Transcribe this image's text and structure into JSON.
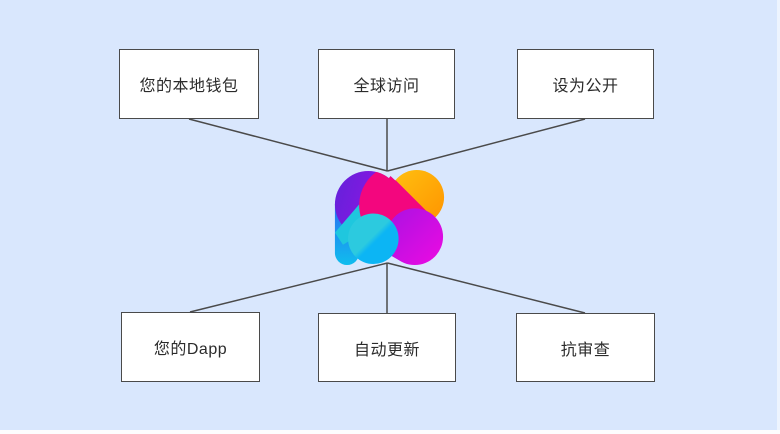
{
  "page": {
    "background_color": "#D9E7FD",
    "line_color": "#4A4A4A",
    "box_background": "#FFFFFF",
    "box_border_color": "#4A4A4A",
    "text_color": "#2B2B2B"
  },
  "diagram": {
    "center_icon": "fleek-logo",
    "logo_palette": {
      "violet": "#6322DA",
      "purple": "#9712E5",
      "orange": "#FFAE00",
      "pink": "#F3067E",
      "magenta": "#ED0BE2",
      "cyan": "#0CB5F4",
      "teal": "#1FC7DE",
      "royal_blue": "#2E5FF2"
    },
    "nodes": [
      {
        "id": "wallet",
        "label": "您的本地钱包",
        "row": "top"
      },
      {
        "id": "global-access",
        "label": "全球访问",
        "row": "top"
      },
      {
        "id": "public",
        "label": "设为公开",
        "row": "top"
      },
      {
        "id": "dapp",
        "label": "您的Dapp",
        "row": "bottom"
      },
      {
        "id": "auto-update",
        "label": "自动更新",
        "row": "bottom"
      },
      {
        "id": "censorship",
        "label": "抗审查",
        "row": "bottom"
      }
    ]
  }
}
